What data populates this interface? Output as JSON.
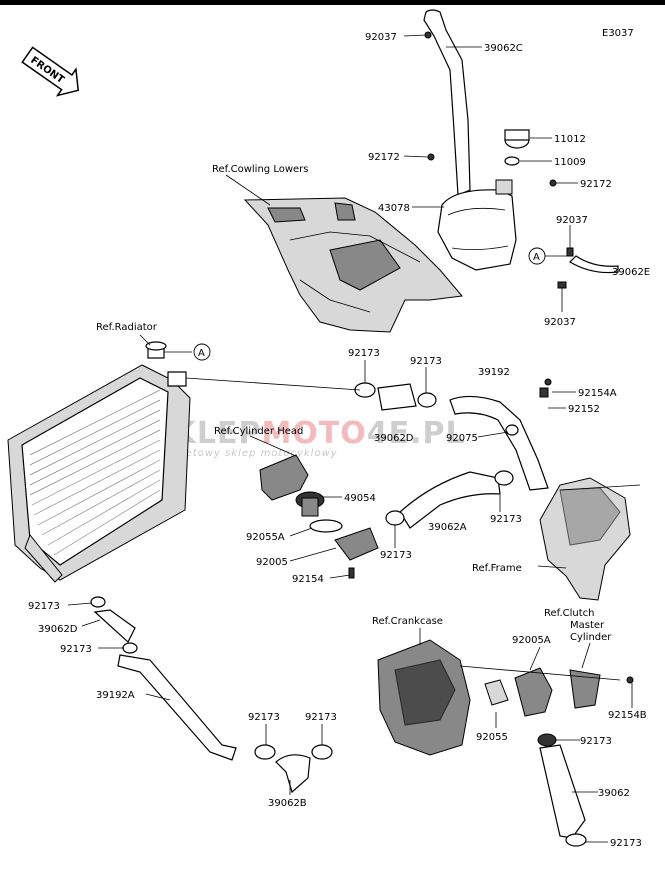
{
  "diagram": {
    "code": "E3037",
    "front_label": "FRONT",
    "watermark": {
      "left": "SKLEP",
      "mid": "MOTO",
      "right": "4E.PL",
      "tagline": "internetowy sklep motocyklowy"
    },
    "callouts": {
      "p92037_top": "92037",
      "p39062C": "39062C",
      "p11012": "11012",
      "p11009": "11009",
      "p92172_l": "92172",
      "p92172_r": "92172",
      "p43078": "43078",
      "p92037_r": "92037",
      "p92037_b": "92037",
      "p39062E": "39062E",
      "ref_cowling": "Ref.Cowling Lowers",
      "ref_radiator": "Ref.Radiator",
      "p92173_a": "92173",
      "p92173_b": "92173",
      "p39192": "39192",
      "p92154A": "92154A",
      "p92152": "92152",
      "ref_cyl_head": "Ref.Cylinder Head",
      "p39062D_top": "39062D",
      "p92075": "92075",
      "p49054": "49054",
      "p92173_c": "92173",
      "p39062A": "39062A",
      "p92055A": "92055A",
      "p92005": "92005",
      "p92173_d": "92173",
      "p92154": "92154",
      "ref_frame": "Ref.Frame",
      "p92173_e": "92173",
      "p39062D_l": "39062D",
      "p92173_f": "92173",
      "ref_crankcase": "Ref.Crankcase",
      "ref_clutch_1": "Ref.Clutch",
      "ref_clutch_2": "Master",
      "ref_clutch_3": "Cylinder",
      "p92005A": "92005A",
      "p92154B": "92154B",
      "p92055": "92055",
      "p92173_g": "92173",
      "p39192A": "39192A",
      "p92173_h": "92173",
      "p92173_i": "92173",
      "p39062B": "39062B",
      "p39062": "39062",
      "p92173_j": "92173",
      "marker_a1": "A",
      "marker_a2": "A"
    }
  }
}
